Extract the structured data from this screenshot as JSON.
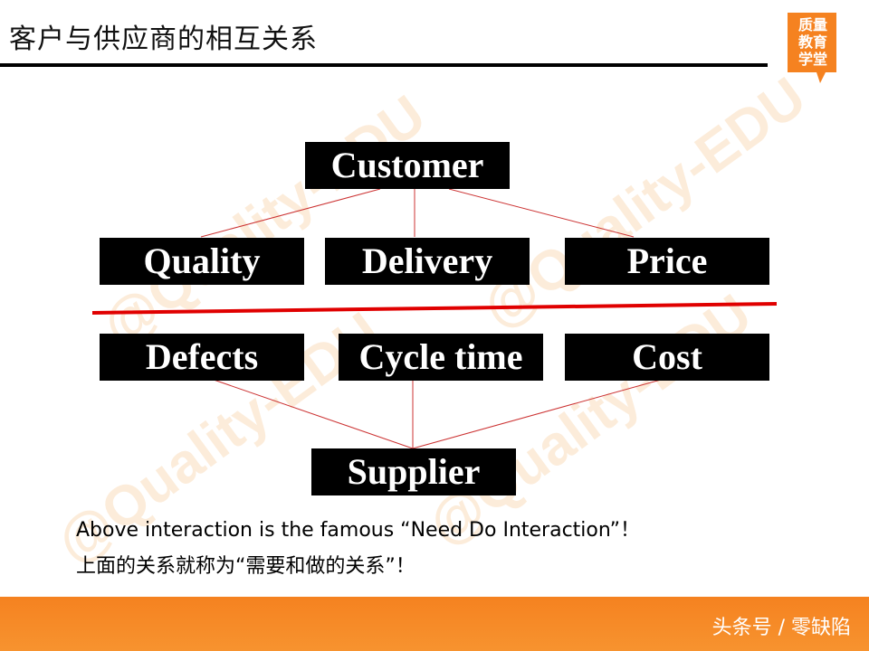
{
  "header": {
    "title": "客户与供应商的相互关系",
    "logo_text": "质量\n教育\n学堂",
    "brand_color": "#f58220"
  },
  "watermark": {
    "text": "@Quality-EDU"
  },
  "diagram": {
    "top": "Customer",
    "upper_row": [
      "Quality",
      "Delivery",
      "Price"
    ],
    "lower_row": [
      "Defects",
      "Cycle time",
      "Cost"
    ],
    "bottom": "Supplier",
    "divider_color": "#e00000",
    "connector_color": "#cc3333"
  },
  "notes": {
    "english": "Above interaction is the famous “Need Do Interaction”！",
    "chinese": "上面的关系就称为“需要和做的关系”！"
  },
  "footer": {
    "text": "头条号 / 零缺陷"
  }
}
